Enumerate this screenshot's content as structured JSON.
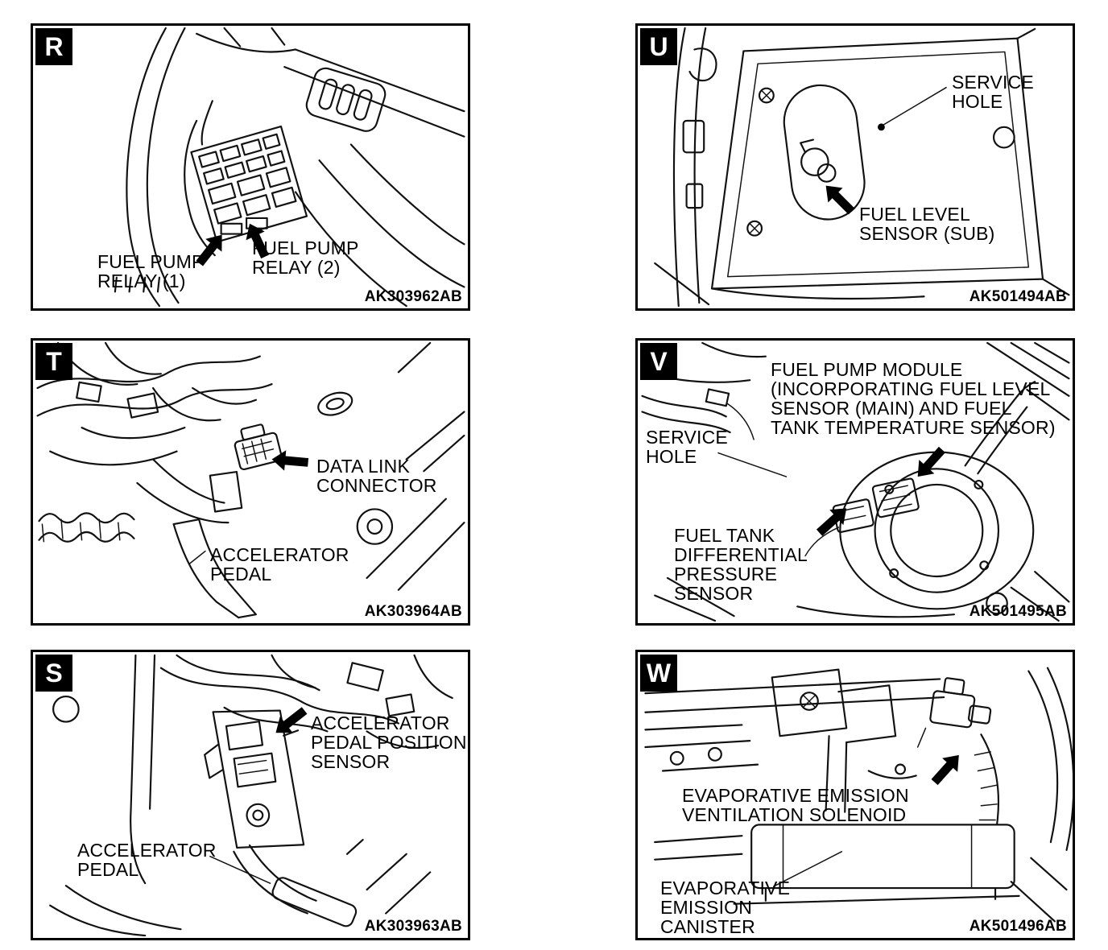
{
  "panels": [
    {
      "letter": "R",
      "code": "AK303962AB",
      "labels": {
        "l1": "FUEL PUMP\nRELAY (1)",
        "l2": "FUEL PUMP\nRELAY (2)"
      }
    },
    {
      "letter": "U",
      "code": "AK501494AB",
      "labels": {
        "l1": "SERVICE\nHOLE",
        "l2": "FUEL LEVEL\nSENSOR (SUB)"
      }
    },
    {
      "letter": "T",
      "code": "AK303964AB",
      "labels": {
        "l1": "DATA LINK\nCONNECTOR",
        "l2": "ACCELERATOR\nPEDAL"
      }
    },
    {
      "letter": "V",
      "code": "AK501495AB",
      "labels": {
        "l1": "FUEL PUMP MODULE\n(INCORPORATING FUEL LEVEL\nSENSOR (MAIN) AND FUEL\nTANK TEMPERATURE SENSOR)",
        "l2": "SERVICE\nHOLE",
        "l3": "FUEL TANK\nDIFFERENTIAL\nPRESSURE\nSENSOR"
      }
    },
    {
      "letter": "S",
      "code": "AK303963AB",
      "labels": {
        "l1": "ACCELERATOR\nPEDAL POSITION\nSENSOR",
        "l2": "ACCELERATOR\nPEDAL"
      }
    },
    {
      "letter": "W",
      "code": "AK501496AB",
      "labels": {
        "l1": "EVAPORATIVE EMISSION\nVENTILATION SOLENOID",
        "l2": "EVAPORATIVE\nEMISSION\nCANISTER"
      }
    }
  ]
}
